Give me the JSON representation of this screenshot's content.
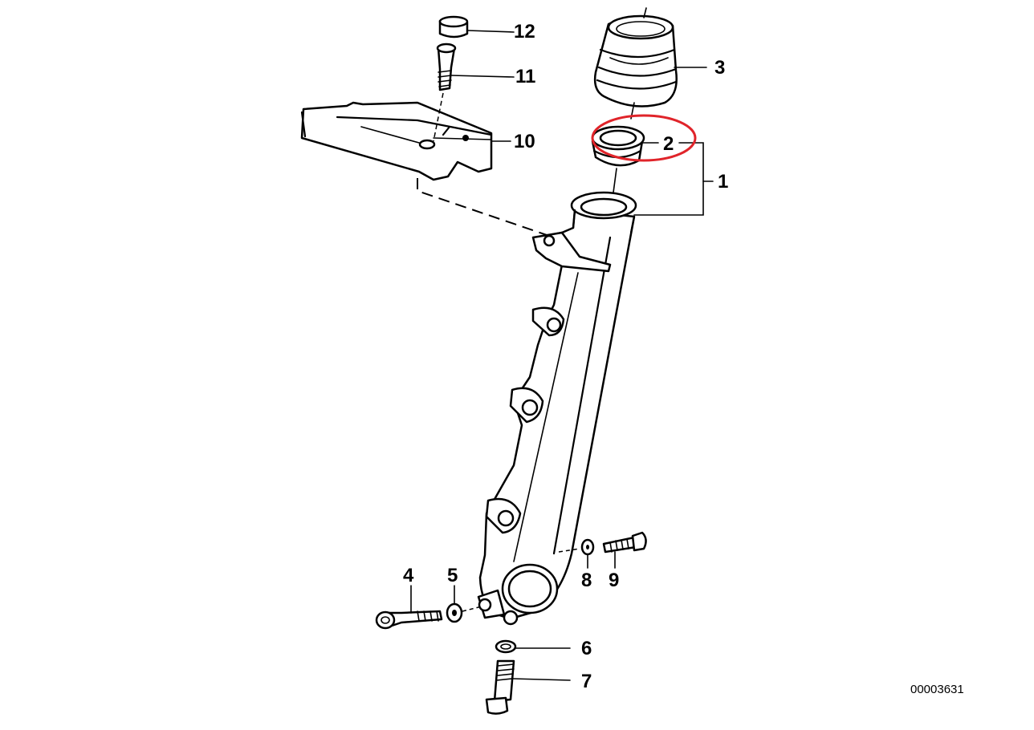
{
  "diagram": {
    "reference_number": "00003631",
    "highlight_color": "#e0242a",
    "highlighted_part": "2",
    "callouts": [
      {
        "id": "c1",
        "label": "1"
      },
      {
        "id": "c2",
        "label": "2"
      },
      {
        "id": "c3",
        "label": "3"
      },
      {
        "id": "c4",
        "label": "4"
      },
      {
        "id": "c5",
        "label": "5"
      },
      {
        "id": "c6",
        "label": "6"
      },
      {
        "id": "c7",
        "label": "7"
      },
      {
        "id": "c8",
        "label": "8"
      },
      {
        "id": "c9",
        "label": "9"
      },
      {
        "id": "c10",
        "label": "10"
      },
      {
        "id": "c11",
        "label": "11"
      },
      {
        "id": "c12",
        "label": "12"
      }
    ]
  }
}
